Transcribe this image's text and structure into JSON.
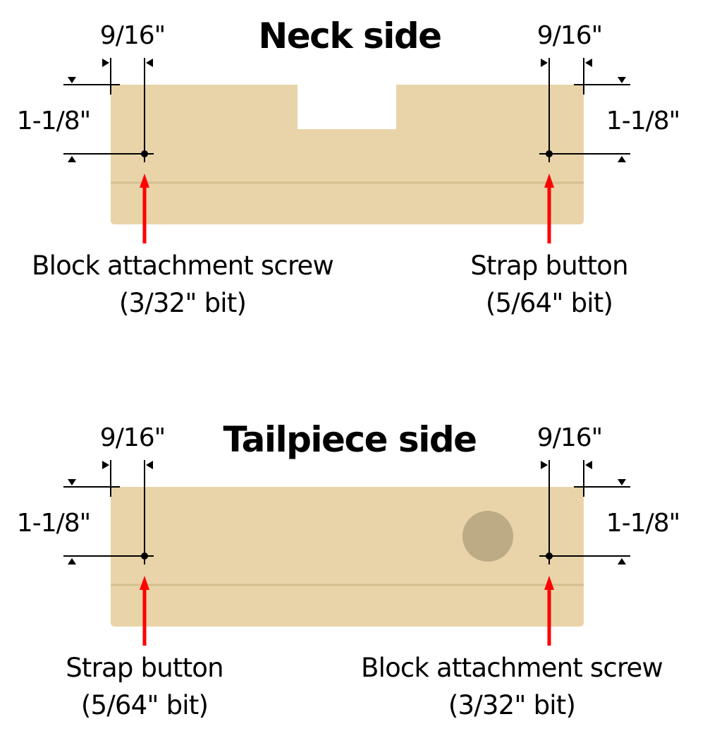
{
  "diagram": {
    "colors": {
      "wood": "#e8d4a8",
      "wood_line": "#d4bf90",
      "hole": "#bcab85",
      "dimension_line": "#000000",
      "arrow": "#ff0000",
      "background": "#ffffff"
    },
    "panels": [
      {
        "title": "Neck side",
        "left_dimensions": {
          "horizontal": "9/16\"",
          "vertical": "1-1/8\""
        },
        "right_dimensions": {
          "horizontal": "9/16\"",
          "vertical": "1-1/8\""
        },
        "left_callout": {
          "line1": "Block attachment screw",
          "line2": "(3/32\" bit)"
        },
        "right_callout": {
          "line1": "Strap button",
          "line2": "(5/64\" bit)"
        },
        "features": [
          "neck-notch"
        ]
      },
      {
        "title": "Tailpiece side",
        "left_dimensions": {
          "horizontal": "9/16\"",
          "vertical": "1-1/8\""
        },
        "right_dimensions": {
          "horizontal": "9/16\"",
          "vertical": "1-1/8\""
        },
        "left_callout": {
          "line1": "Strap button",
          "line2": "(5/64\" bit)"
        },
        "right_callout": {
          "line1": "Block attachment screw",
          "line2": "(3/32\" bit)"
        },
        "features": [
          "end-pin-hole"
        ]
      }
    ]
  }
}
